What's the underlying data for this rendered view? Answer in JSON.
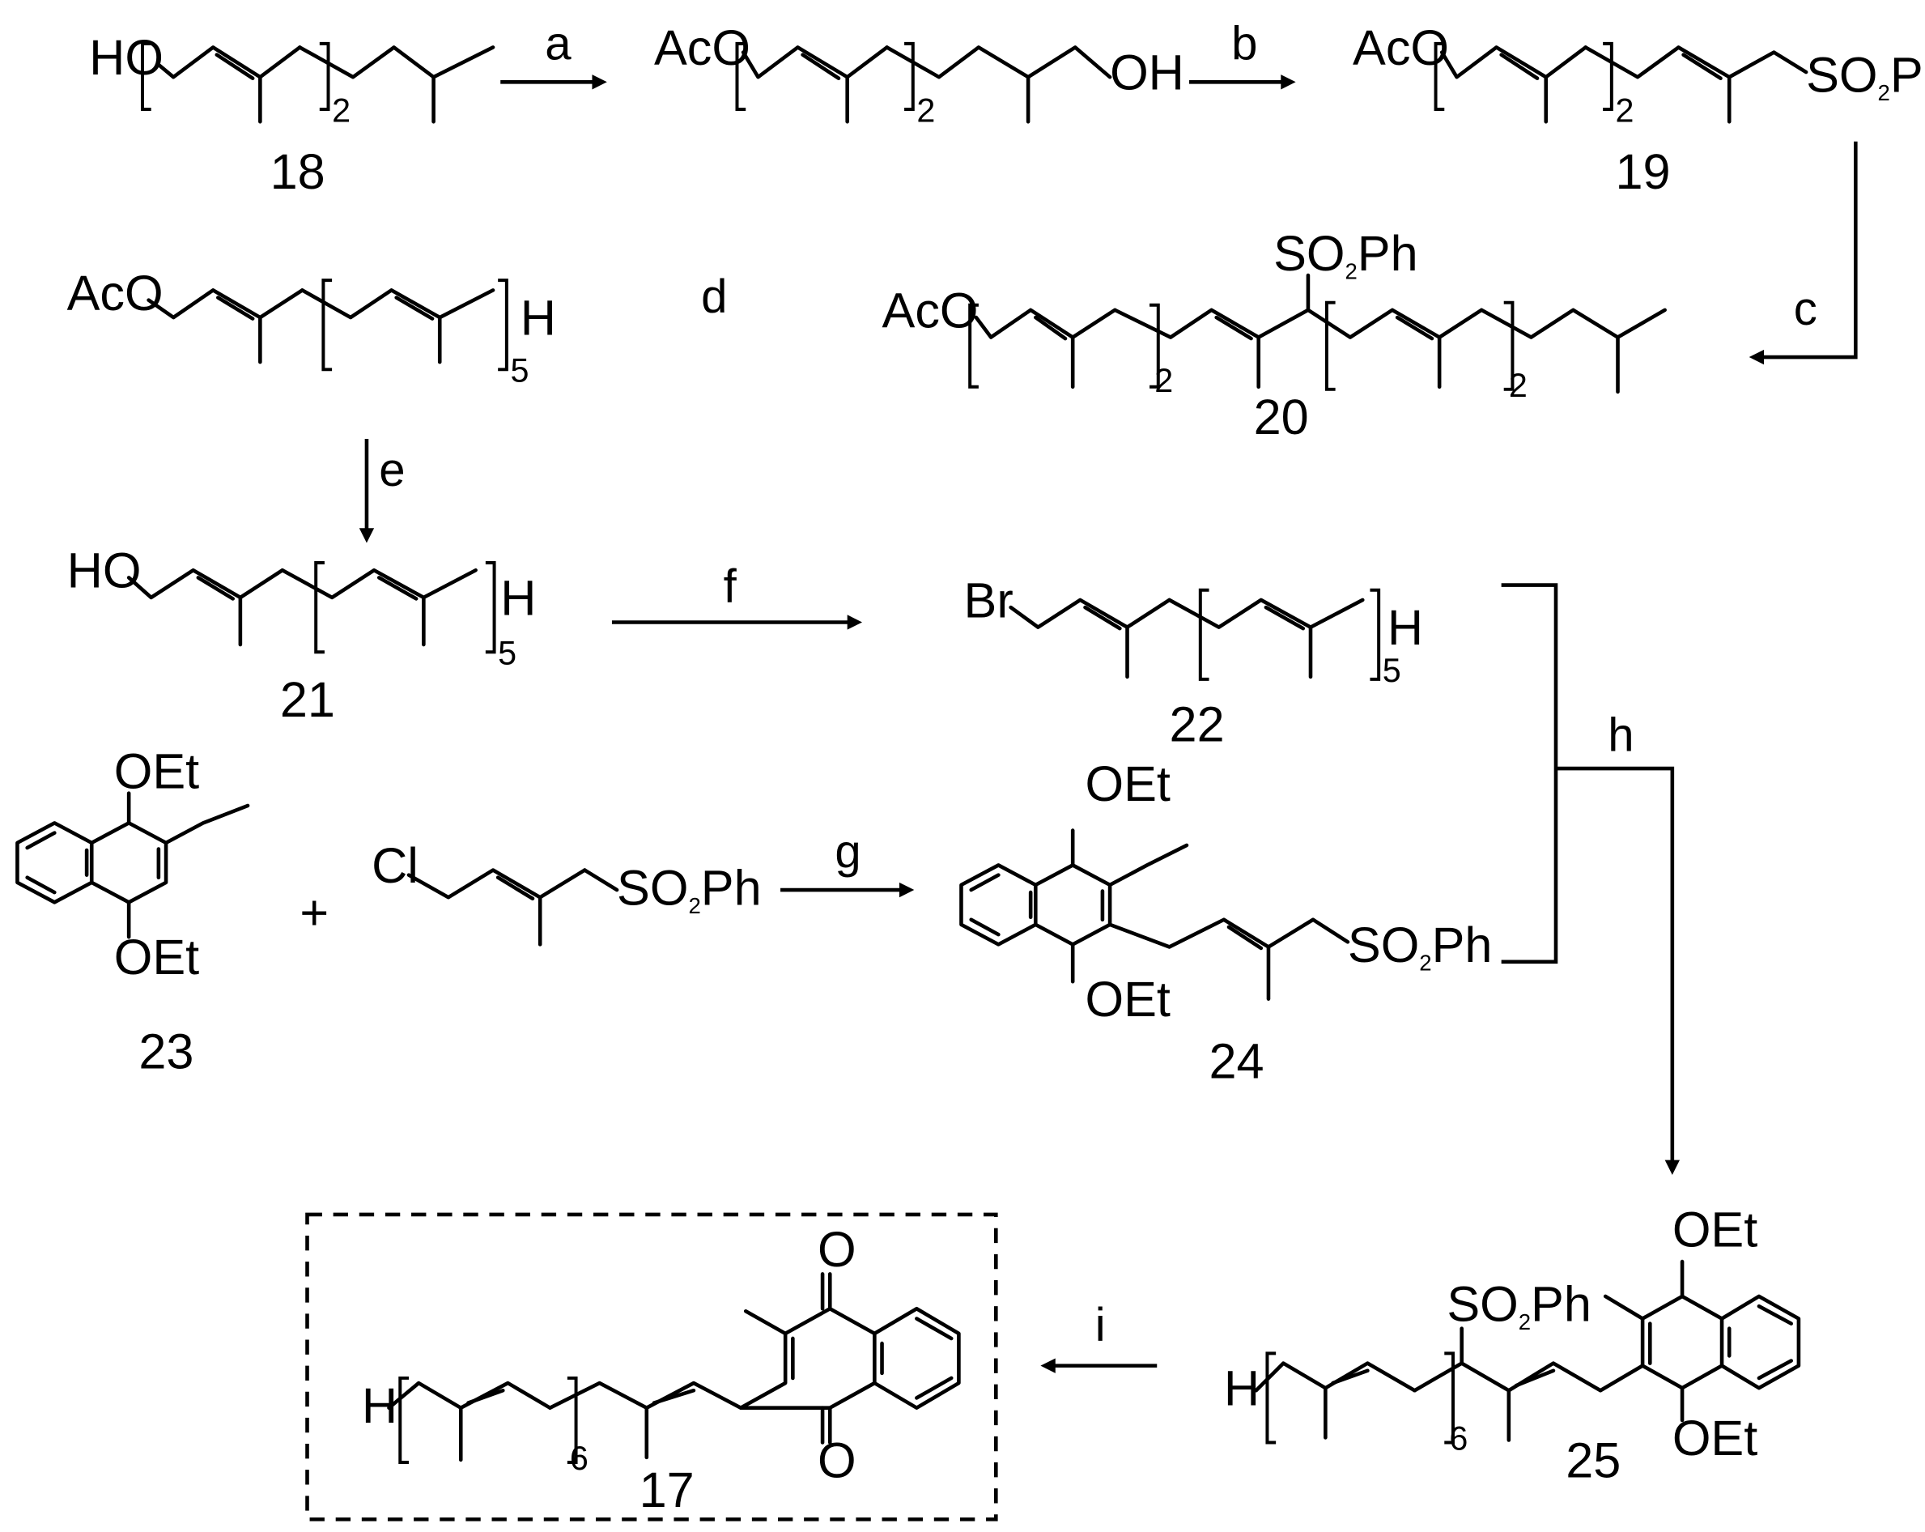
{
  "scheme": {
    "compounds": [
      {
        "id": "18",
        "label": "18",
        "groups": [
          "HO"
        ],
        "repeat": "2"
      },
      {
        "id": "18b",
        "groups": [
          "AcO",
          "OH"
        ],
        "repeat": "2"
      },
      {
        "id": "19",
        "label": "19",
        "groups": [
          "AcO",
          "SO",
          "2",
          "Ph"
        ],
        "repeat": "2"
      },
      {
        "id": "20",
        "label": "20",
        "groups": [
          "AcO",
          "SO",
          "2",
          "Ph"
        ],
        "repeat_left": "2",
        "repeat_right": "2"
      },
      {
        "id": "d_cmp",
        "groups": [
          "AcO",
          "H"
        ],
        "repeat": "5"
      },
      {
        "id": "21",
        "label": "21",
        "groups": [
          "HO",
          "H"
        ],
        "repeat": "5"
      },
      {
        "id": "22",
        "label": "22",
        "groups": [
          "Br",
          "H"
        ],
        "repeat": "5"
      },
      {
        "id": "23",
        "label": "23",
        "groups": [
          "OEt",
          "OEt"
        ]
      },
      {
        "id": "reagent",
        "groups": [
          "Cl",
          "SO",
          "2",
          "Ph"
        ]
      },
      {
        "id": "24",
        "label": "24",
        "groups": [
          "OEt",
          "OEt",
          "SO",
          "2",
          "Ph"
        ]
      },
      {
        "id": "25",
        "label": "25",
        "groups": [
          "OEt",
          "OEt",
          "SO",
          "2",
          "Ph",
          "H"
        ],
        "repeat": "6"
      },
      {
        "id": "17",
        "label": "17",
        "groups": [
          "O",
          "O",
          "H"
        ],
        "repeat": "6"
      }
    ],
    "steps": [
      "a",
      "b",
      "c",
      "d",
      "e",
      "f",
      "g",
      "h",
      "i"
    ],
    "plus": "+"
  }
}
